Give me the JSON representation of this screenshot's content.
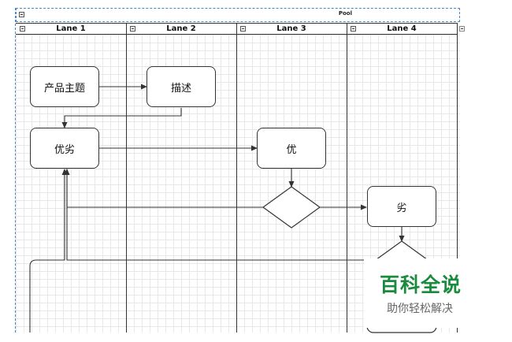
{
  "pool": {
    "title": "Pool"
  },
  "lanes": [
    {
      "title": "Lane 1"
    },
    {
      "title": "Lane 2"
    },
    {
      "title": "Lane 3"
    },
    {
      "title": "Lane 4"
    }
  ],
  "nodes": {
    "topic": "产品主题",
    "description": "描述",
    "pros_cons": "优劣",
    "pros": "优",
    "cons": "劣"
  },
  "watermark": {
    "title": "百科全说",
    "subtitle": "助你轻松解决"
  },
  "colors": {
    "pool_border": "#4a86c8",
    "line": "#333333",
    "grid": "#e8e8e8",
    "watermark_green": "#1a8a3c"
  }
}
